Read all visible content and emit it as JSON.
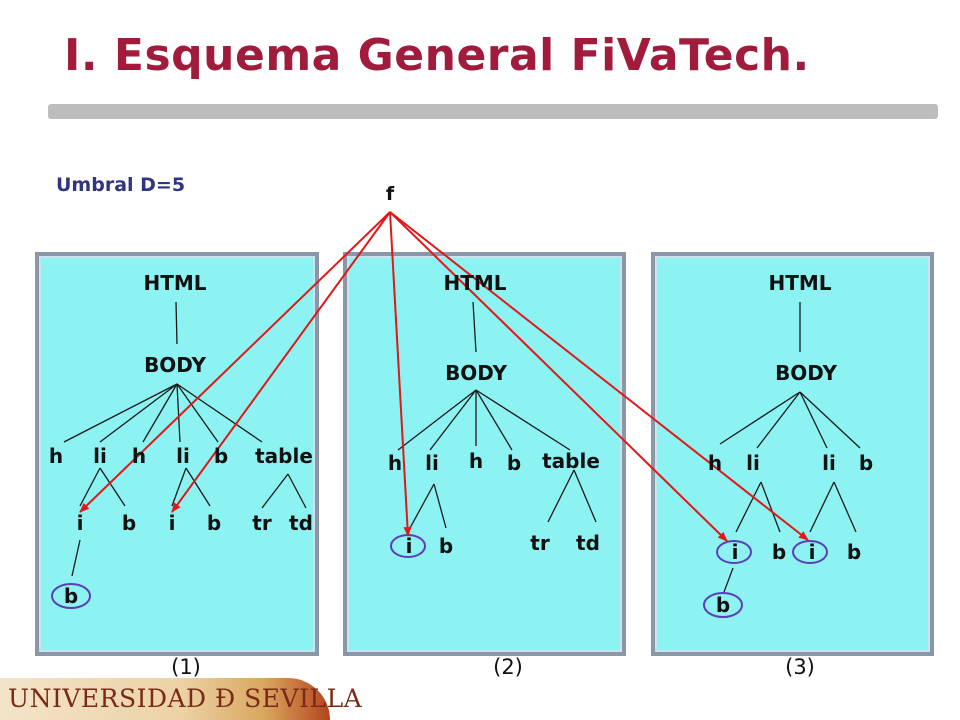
{
  "slide": {
    "title": "I. Esquema General FiVaTech.",
    "threshold": "Umbral D=5",
    "function_label": "f",
    "institution": "UNIVERSIDAD Đ SEVILLA"
  },
  "colors": {
    "title": "#a11b3c",
    "threshold_text": "#2f3580",
    "panel_fill": "#8cf2f2",
    "arrow": "#e01818",
    "highlight_ring": "#5b3fb5",
    "tree_edge": "#1a1a1a"
  },
  "trees": [
    {
      "caption": "(1)",
      "nodes": [
        "HTML",
        "BODY",
        "h",
        "li",
        "h",
        "li",
        "b",
        "table",
        "i",
        "b",
        "i",
        "b",
        "tr",
        "td",
        "b"
      ]
    },
    {
      "caption": "(2)",
      "nodes": [
        "HTML",
        "BODY",
        "h",
        "li",
        "h",
        "b",
        "table",
        "i",
        "b",
        "tr",
        "td"
      ]
    },
    {
      "caption": "(3)",
      "nodes": [
        "HTML",
        "BODY",
        "h",
        "li",
        "li",
        "b",
        "i",
        "b",
        "i",
        "b",
        "b"
      ]
    }
  ]
}
